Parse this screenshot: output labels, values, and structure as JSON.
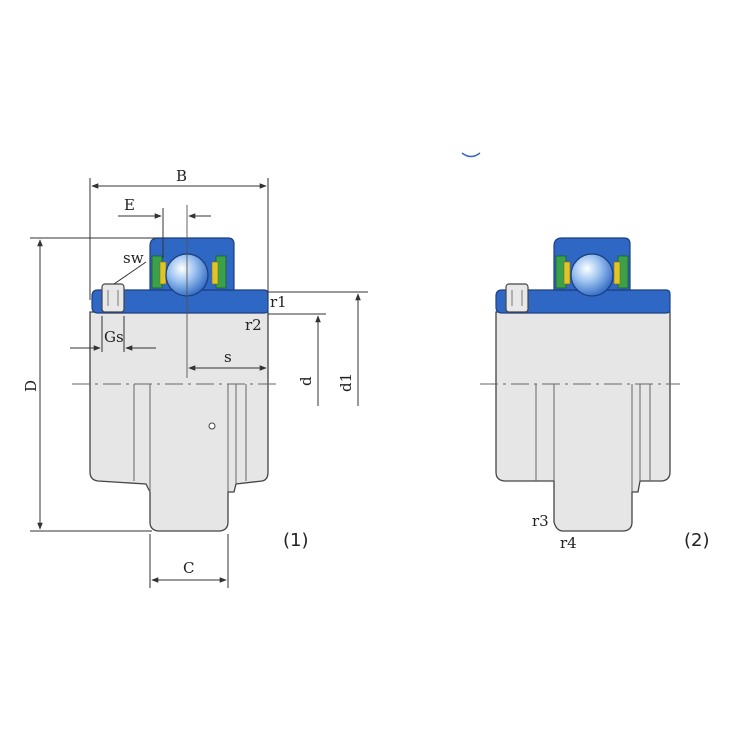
{
  "colors": {
    "housing_blue": "#2f67c4",
    "body_gray": "#e6e6e6",
    "ball_blue": "#4a86d8",
    "seal_green": "#3aa04a",
    "seal_yellow": "#e0c52a"
  },
  "figure1": {
    "caption": "(1)",
    "labels": {
      "B": "B",
      "E": "E",
      "sw": "sw",
      "r1": "r1",
      "r2": "r2",
      "Gs": "Gs",
      "s": "s",
      "D": "D",
      "d": "d",
      "d1": "d1",
      "C": "C"
    }
  },
  "figure2": {
    "caption": "(2)",
    "labels": {
      "r3": "r3",
      "r4": "r4"
    }
  }
}
